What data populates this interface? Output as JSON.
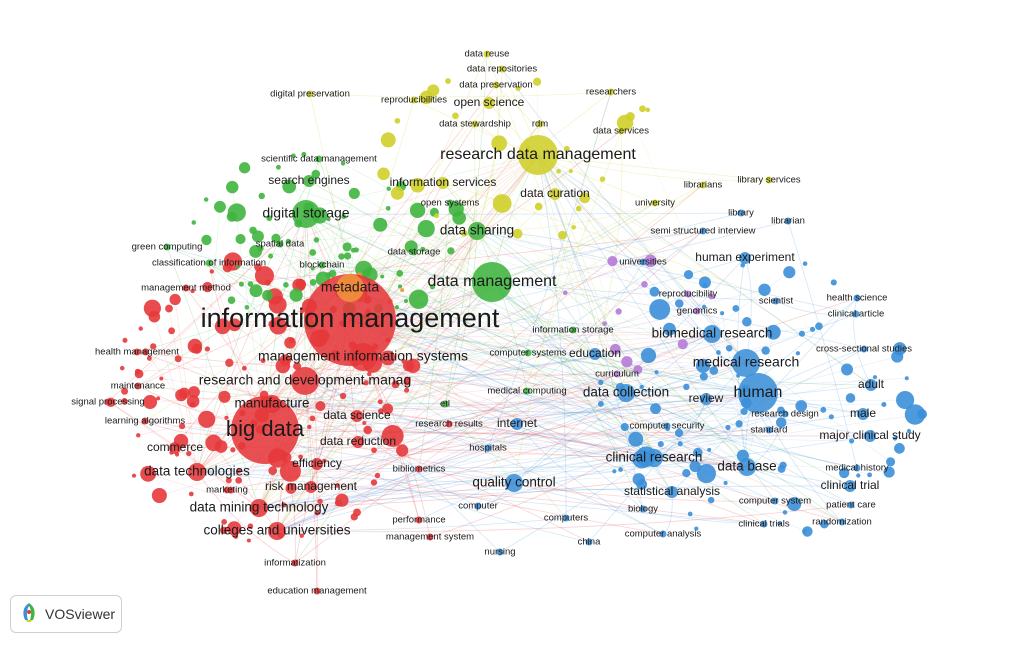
{
  "app": {
    "name": "VOSviewer",
    "logo_icon": "vosviewer-logo-icon"
  },
  "clusters": [
    {
      "id": "red",
      "color": "#e5383b"
    },
    {
      "id": "green",
      "color": "#3fb43f"
    },
    {
      "id": "yellow",
      "color": "#cfcf2a"
    },
    {
      "id": "blue",
      "color": "#3b8fd8"
    },
    {
      "id": "purple",
      "color": "#b57ad8"
    },
    {
      "id": "orange",
      "color": "#f0923a"
    }
  ],
  "terms": [
    {
      "label": "information management",
      "cluster": "red",
      "weight": 10
    },
    {
      "label": "big data",
      "cluster": "red",
      "weight": 8
    },
    {
      "label": "metadata",
      "cluster": "orange",
      "weight": 4
    },
    {
      "label": "research and development manag",
      "cluster": "red",
      "weight": 4
    },
    {
      "label": "management information systems",
      "cluster": "red",
      "weight": 4
    },
    {
      "label": "data technologies",
      "cluster": "red",
      "weight": 3
    },
    {
      "label": "data mining technology",
      "cluster": "red",
      "weight": 3
    },
    {
      "label": "colleges and universities",
      "cluster": "red",
      "weight": 3
    },
    {
      "label": "manufacture",
      "cluster": "red",
      "weight": 3
    },
    {
      "label": "data science",
      "cluster": "red",
      "weight": 2
    },
    {
      "label": "data reduction",
      "cluster": "red",
      "weight": 2
    },
    {
      "label": "efficiency",
      "cluster": "red",
      "weight": 2
    },
    {
      "label": "risk management",
      "cluster": "red",
      "weight": 2
    },
    {
      "label": "commerce",
      "cluster": "red",
      "weight": 2
    },
    {
      "label": "marketing",
      "cluster": "red",
      "weight": 1
    },
    {
      "label": "health management",
      "cluster": "red",
      "weight": 1
    },
    {
      "label": "maintenance",
      "cluster": "red",
      "weight": 1
    },
    {
      "label": "signal processing",
      "cluster": "red",
      "weight": 1
    },
    {
      "label": "learning algorithms",
      "cluster": "red",
      "weight": 1
    },
    {
      "label": "management method",
      "cluster": "red",
      "weight": 1
    },
    {
      "label": "bibliometrics",
      "cluster": "red",
      "weight": 1
    },
    {
      "label": "performance",
      "cluster": "red",
      "weight": 1
    },
    {
      "label": "management system",
      "cluster": "red",
      "weight": 1
    },
    {
      "label": "informatization",
      "cluster": "red",
      "weight": 1
    },
    {
      "label": "education management",
      "cluster": "red",
      "weight": 1
    },
    {
      "label": "research results",
      "cluster": "red",
      "weight": 1
    },
    {
      "label": "digital storage",
      "cluster": "green",
      "weight": 4
    },
    {
      "label": "data management",
      "cluster": "green",
      "weight": 5
    },
    {
      "label": "data sharing",
      "cluster": "green",
      "weight": 3
    },
    {
      "label": "search engines",
      "cluster": "green",
      "weight": 2
    },
    {
      "label": "green computing",
      "cluster": "green",
      "weight": 1
    },
    {
      "label": "spatial data",
      "cluster": "green",
      "weight": 1
    },
    {
      "label": "classification of information",
      "cluster": "green",
      "weight": 1
    },
    {
      "label": "blockchain",
      "cluster": "green",
      "weight": 1
    },
    {
      "label": "data storage",
      "cluster": "green",
      "weight": 1
    },
    {
      "label": "scientific data management",
      "cluster": "green",
      "weight": 1
    },
    {
      "label": "open systems",
      "cluster": "green",
      "weight": 1
    },
    {
      "label": "information storage",
      "cluster": "green",
      "weight": 1
    },
    {
      "label": "computer systems",
      "cluster": "green",
      "weight": 1
    },
    {
      "label": "medical computing",
      "cluster": "green",
      "weight": 1
    },
    {
      "label": "etl",
      "cluster": "green",
      "weight": 1
    },
    {
      "label": "research data management",
      "cluster": "yellow",
      "weight": 5
    },
    {
      "label": "information services",
      "cluster": "yellow",
      "weight": 2
    },
    {
      "label": "open science",
      "cluster": "yellow",
      "weight": 2
    },
    {
      "label": "data curation",
      "cluster": "yellow",
      "weight": 2
    },
    {
      "label": "rdm",
      "cluster": "yellow",
      "weight": 1
    },
    {
      "label": "data reuse",
      "cluster": "yellow",
      "weight": 1
    },
    {
      "label": "data repositories",
      "cluster": "yellow",
      "weight": 1
    },
    {
      "label": "data preservation",
      "cluster": "yellow",
      "weight": 1
    },
    {
      "label": "reproducibilities",
      "cluster": "yellow",
      "weight": 1
    },
    {
      "label": "researchers",
      "cluster": "yellow",
      "weight": 1
    },
    {
      "label": "digital preservation",
      "cluster": "yellow",
      "weight": 1
    },
    {
      "label": "data stewardship",
      "cluster": "yellow",
      "weight": 1
    },
    {
      "label": "data services",
      "cluster": "yellow",
      "weight": 1
    },
    {
      "label": "university",
      "cluster": "yellow",
      "weight": 1
    },
    {
      "label": "librarians",
      "cluster": "yellow",
      "weight": 1
    },
    {
      "label": "library services",
      "cluster": "yellow",
      "weight": 1
    },
    {
      "label": "human",
      "cluster": "blue",
      "weight": 5
    },
    {
      "label": "medical research",
      "cluster": "blue",
      "weight": 4
    },
    {
      "label": "biomedical research",
      "cluster": "blue",
      "weight": 3
    },
    {
      "label": "data collection",
      "cluster": "blue",
      "weight": 3
    },
    {
      "label": "clinical research",
      "cluster": "blue",
      "weight": 3
    },
    {
      "label": "data base",
      "cluster": "blue",
      "weight": 3
    },
    {
      "label": "quality control",
      "cluster": "blue",
      "weight": 3
    },
    {
      "label": "education",
      "cluster": "blue",
      "weight": 2
    },
    {
      "label": "internet",
      "cluster": "blue",
      "weight": 2
    },
    {
      "label": "male",
      "cluster": "blue",
      "weight": 2
    },
    {
      "label": "adult",
      "cluster": "blue",
      "weight": 2
    },
    {
      "label": "major clinical study",
      "cluster": "blue",
      "weight": 2
    },
    {
      "label": "clinical trial",
      "cluster": "blue",
      "weight": 2
    },
    {
      "label": "human experiment",
      "cluster": "blue",
      "weight": 2
    },
    {
      "label": "review",
      "cluster": "blue",
      "weight": 2
    },
    {
      "label": "statistical analysis",
      "cluster": "blue",
      "weight": 2
    },
    {
      "label": "computer security",
      "cluster": "blue",
      "weight": 1
    },
    {
      "label": "research design",
      "cluster": "blue",
      "weight": 1
    },
    {
      "label": "standard",
      "cluster": "blue",
      "weight": 1
    },
    {
      "label": "scientist",
      "cluster": "blue",
      "weight": 1
    },
    {
      "label": "library",
      "cluster": "blue",
      "weight": 1
    },
    {
      "label": "librarian",
      "cluster": "blue",
      "weight": 1
    },
    {
      "label": "semi structured interview",
      "cluster": "blue",
      "weight": 1
    },
    {
      "label": "universities",
      "cluster": "blue",
      "weight": 1
    },
    {
      "label": "health science",
      "cluster": "blue",
      "weight": 1
    },
    {
      "label": "clinical article",
      "cluster": "blue",
      "weight": 1
    },
    {
      "label": "cross-sectional studies",
      "cluster": "blue",
      "weight": 1
    },
    {
      "label": "medical history",
      "cluster": "blue",
      "weight": 1
    },
    {
      "label": "patient care",
      "cluster": "blue",
      "weight": 1
    },
    {
      "label": "randomization",
      "cluster": "blue",
      "weight": 1
    },
    {
      "label": "computer system",
      "cluster": "blue",
      "weight": 1
    },
    {
      "label": "clinical trials",
      "cluster": "blue",
      "weight": 1
    },
    {
      "label": "biology",
      "cluster": "blue",
      "weight": 1
    },
    {
      "label": "computer analysis",
      "cluster": "blue",
      "weight": 1
    },
    {
      "label": "computers",
      "cluster": "blue",
      "weight": 1
    },
    {
      "label": "computer",
      "cluster": "blue",
      "weight": 1
    },
    {
      "label": "china",
      "cluster": "blue",
      "weight": 1
    },
    {
      "label": "nursing",
      "cluster": "blue",
      "weight": 1
    },
    {
      "label": "hospitals",
      "cluster": "blue",
      "weight": 1
    },
    {
      "label": "curriculum",
      "cluster": "purple",
      "weight": 1
    },
    {
      "label": "reproducibility",
      "cluster": "purple",
      "weight": 1
    },
    {
      "label": "genomics",
      "cluster": "purple",
      "weight": 1
    }
  ]
}
